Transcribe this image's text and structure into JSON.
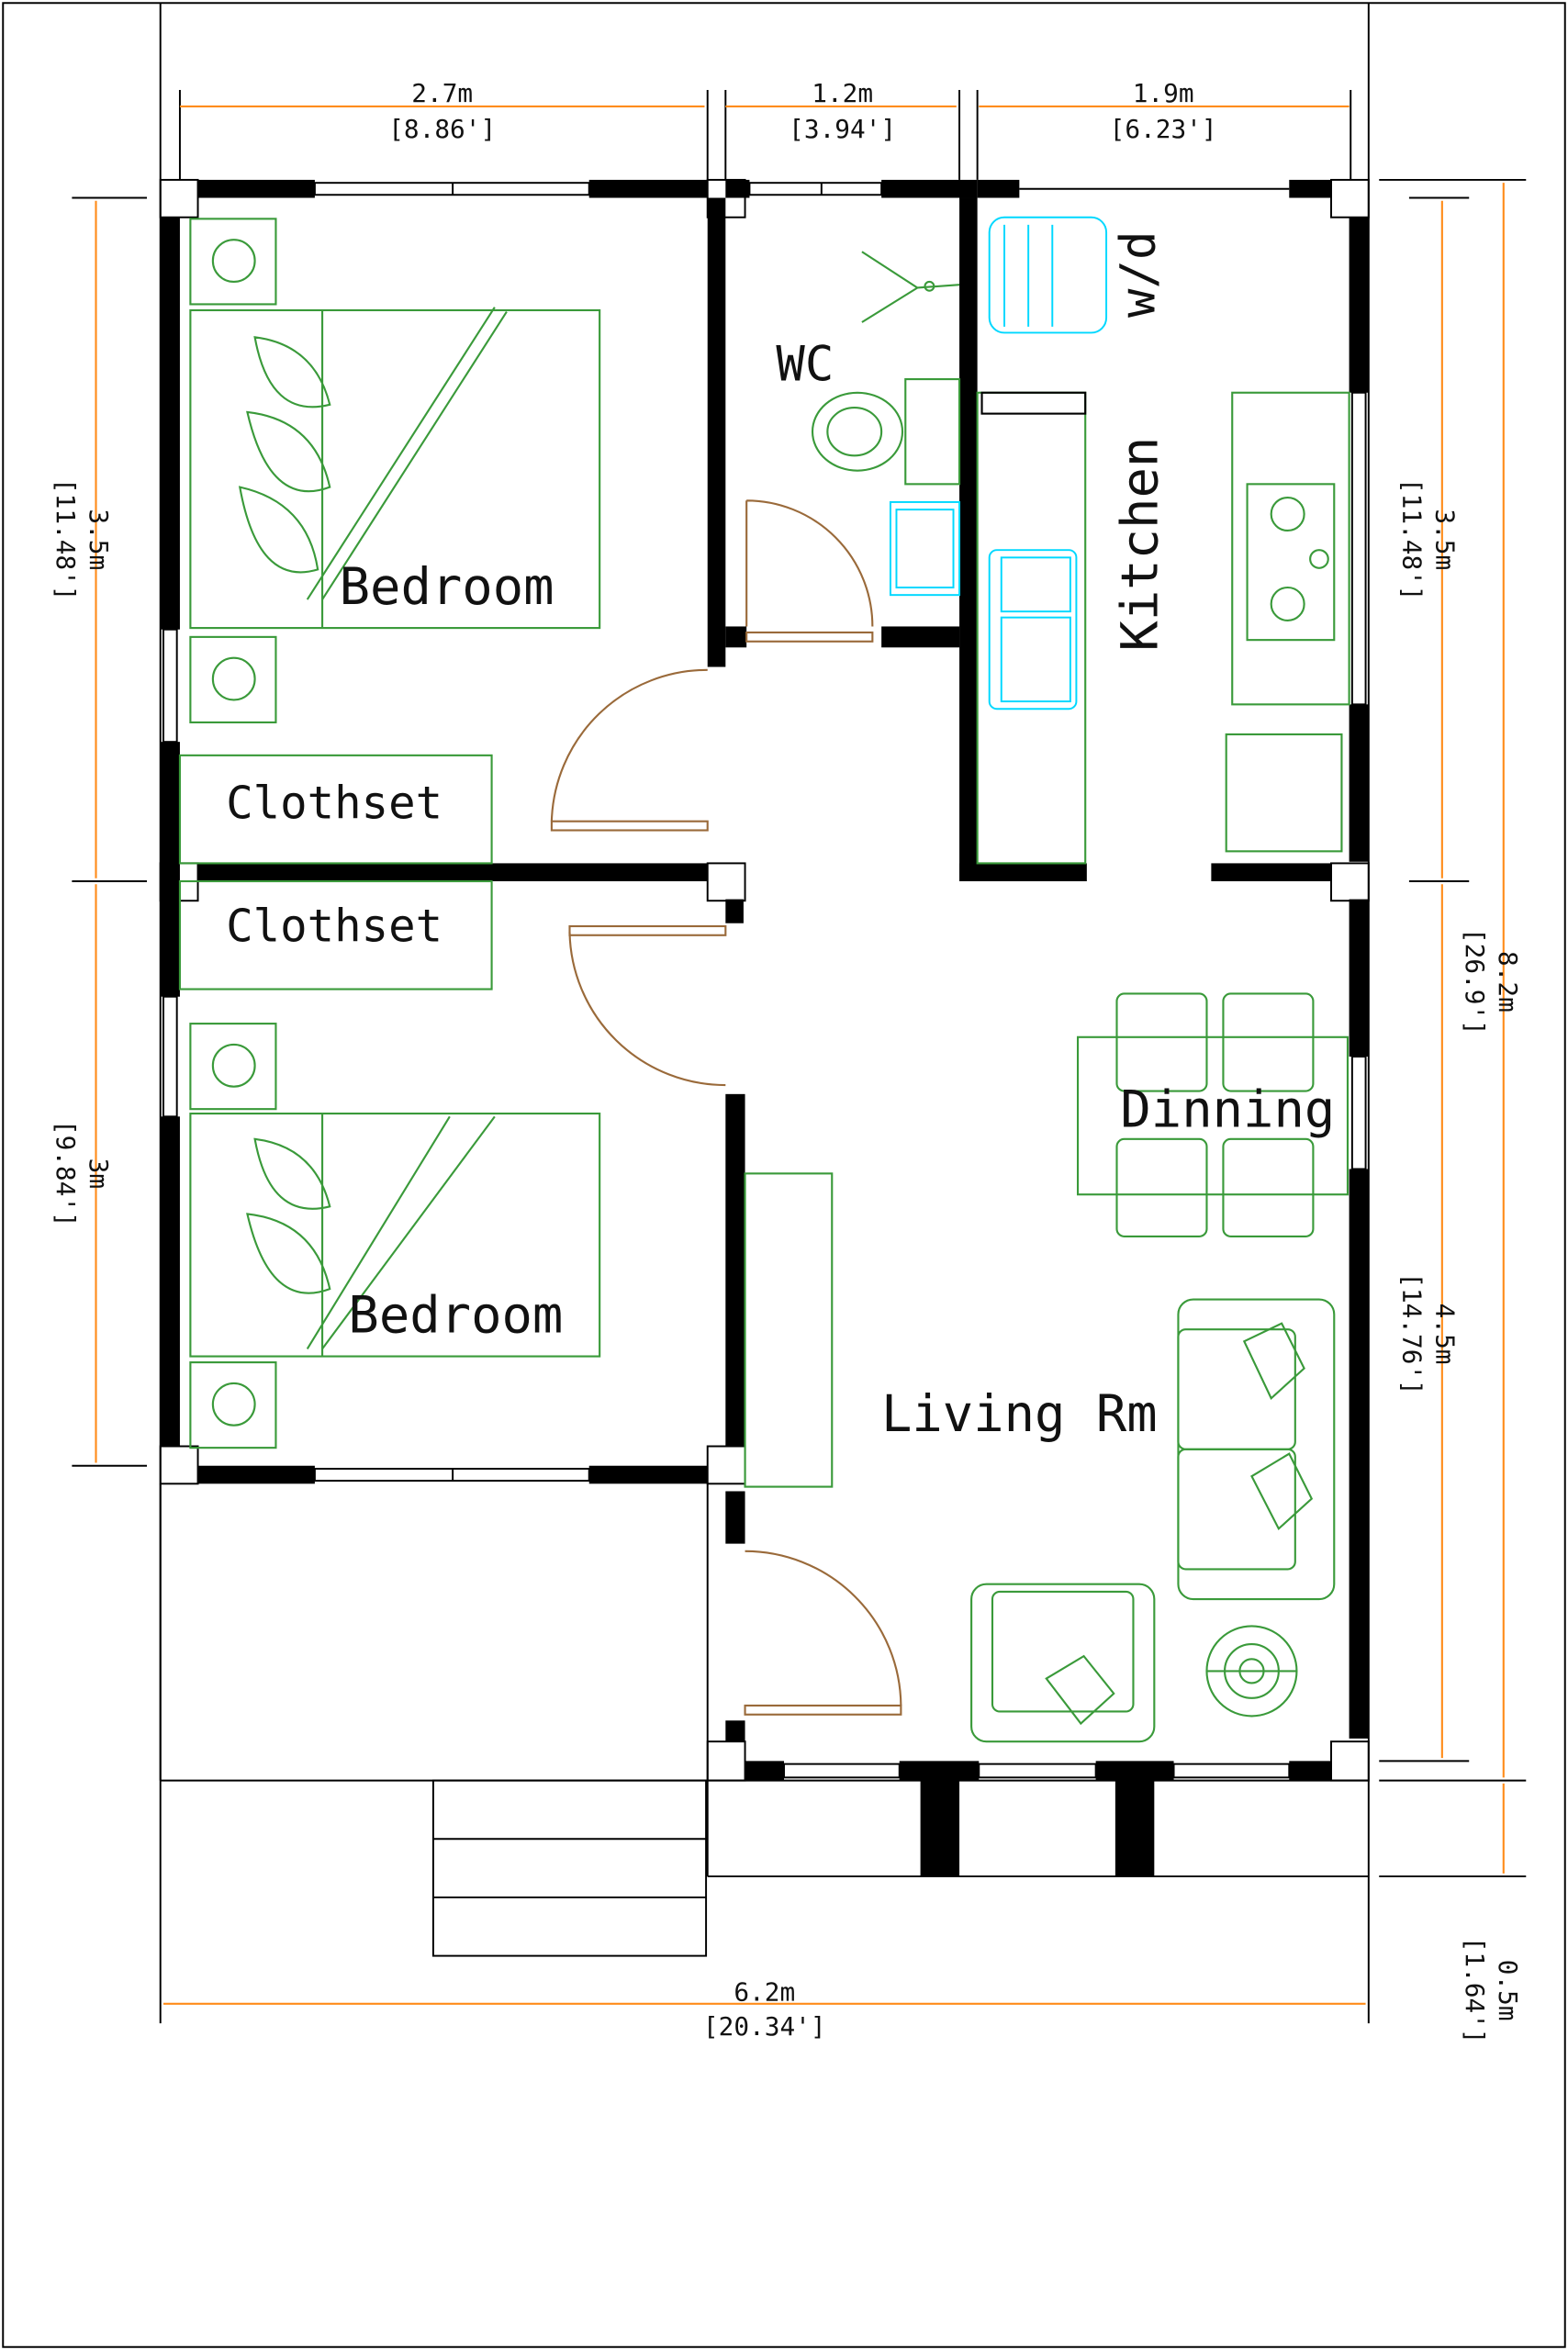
{
  "rooms": {
    "bedroom1": "Bedroom",
    "bedroom2": "Bedroom",
    "clothset1": "Clothset",
    "clothset2": "Clothset",
    "wc": "WC",
    "wd": "w/d",
    "kitchen": "Kitchen",
    "dinning": "Dinning",
    "living": "Living Rm"
  },
  "dimensions": {
    "top1": {
      "m": "2.7m",
      "ft": "[8.86']"
    },
    "top2": {
      "m": "1.2m",
      "ft": "[3.94']"
    },
    "top3": {
      "m": "1.9m",
      "ft": "[6.23']"
    },
    "left1": {
      "m": "3.5m",
      "ft": "[11.48']"
    },
    "left2": {
      "m": "3m",
      "ft": "[9.84']"
    },
    "right1": {
      "m": "3.5m",
      "ft": "[11.48']"
    },
    "right2": {
      "m": "4.5m",
      "ft": "[14.76']"
    },
    "total_height": {
      "m": "8.2m",
      "ft": "[26.9']"
    },
    "porch": {
      "m": "0.5m",
      "ft": "[1.64']"
    },
    "bottom": {
      "m": "6.2m",
      "ft": "[20.34']"
    }
  },
  "colors": {
    "dimension": "#ff8c1a",
    "furniture": "#3a9a3a",
    "fixtures": "#00d8ff",
    "doors": "#9a6a3a"
  }
}
